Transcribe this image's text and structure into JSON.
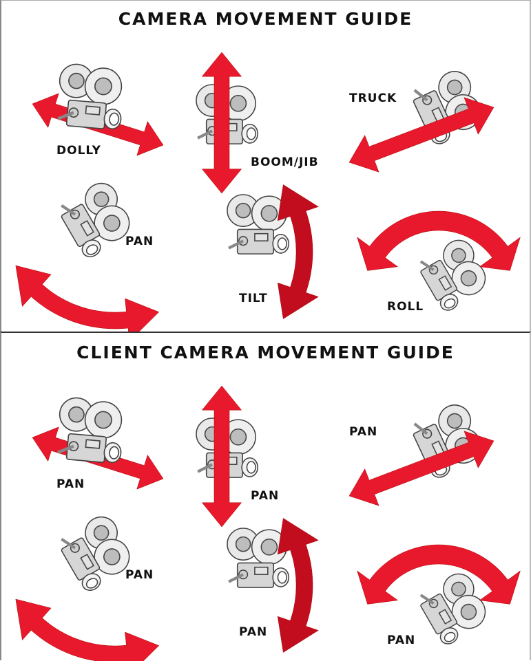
{
  "colors": {
    "arrow": "#e8192c",
    "arrow_dark": "#c10d1e",
    "camera_body": "#d6d6d6",
    "camera_line": "#444444"
  },
  "panels": [
    {
      "title": "CAMERA MOVEMENT GUIDE",
      "items": [
        {
          "label": "DOLLY",
          "movement": "dolly",
          "icon": "camera-dolly-arrow-icon"
        },
        {
          "label": "BOOM/JIB",
          "movement": "boom",
          "icon": "camera-vertical-arrow-icon"
        },
        {
          "label": "TRUCK",
          "movement": "truck",
          "icon": "camera-lateral-arrow-icon"
        },
        {
          "label": "PAN",
          "movement": "pan",
          "icon": "camera-pan-arrow-icon"
        },
        {
          "label": "TILT",
          "movement": "tilt",
          "icon": "camera-tilt-arrow-icon"
        },
        {
          "label": "ROLL",
          "movement": "roll",
          "icon": "camera-roll-arrow-icon"
        }
      ]
    },
    {
      "title": "CLIENT CAMERA MOVEMENT GUIDE",
      "items": [
        {
          "label": "PAN",
          "movement": "dolly",
          "icon": "camera-dolly-arrow-icon"
        },
        {
          "label": "PAN",
          "movement": "boom",
          "icon": "camera-vertical-arrow-icon"
        },
        {
          "label": "PAN",
          "movement": "truck",
          "icon": "camera-lateral-arrow-icon"
        },
        {
          "label": "PAN",
          "movement": "pan",
          "icon": "camera-pan-arrow-icon"
        },
        {
          "label": "PAN",
          "movement": "tilt",
          "icon": "camera-tilt-arrow-icon"
        },
        {
          "label": "PAN",
          "movement": "roll",
          "icon": "camera-roll-arrow-icon"
        }
      ]
    }
  ]
}
